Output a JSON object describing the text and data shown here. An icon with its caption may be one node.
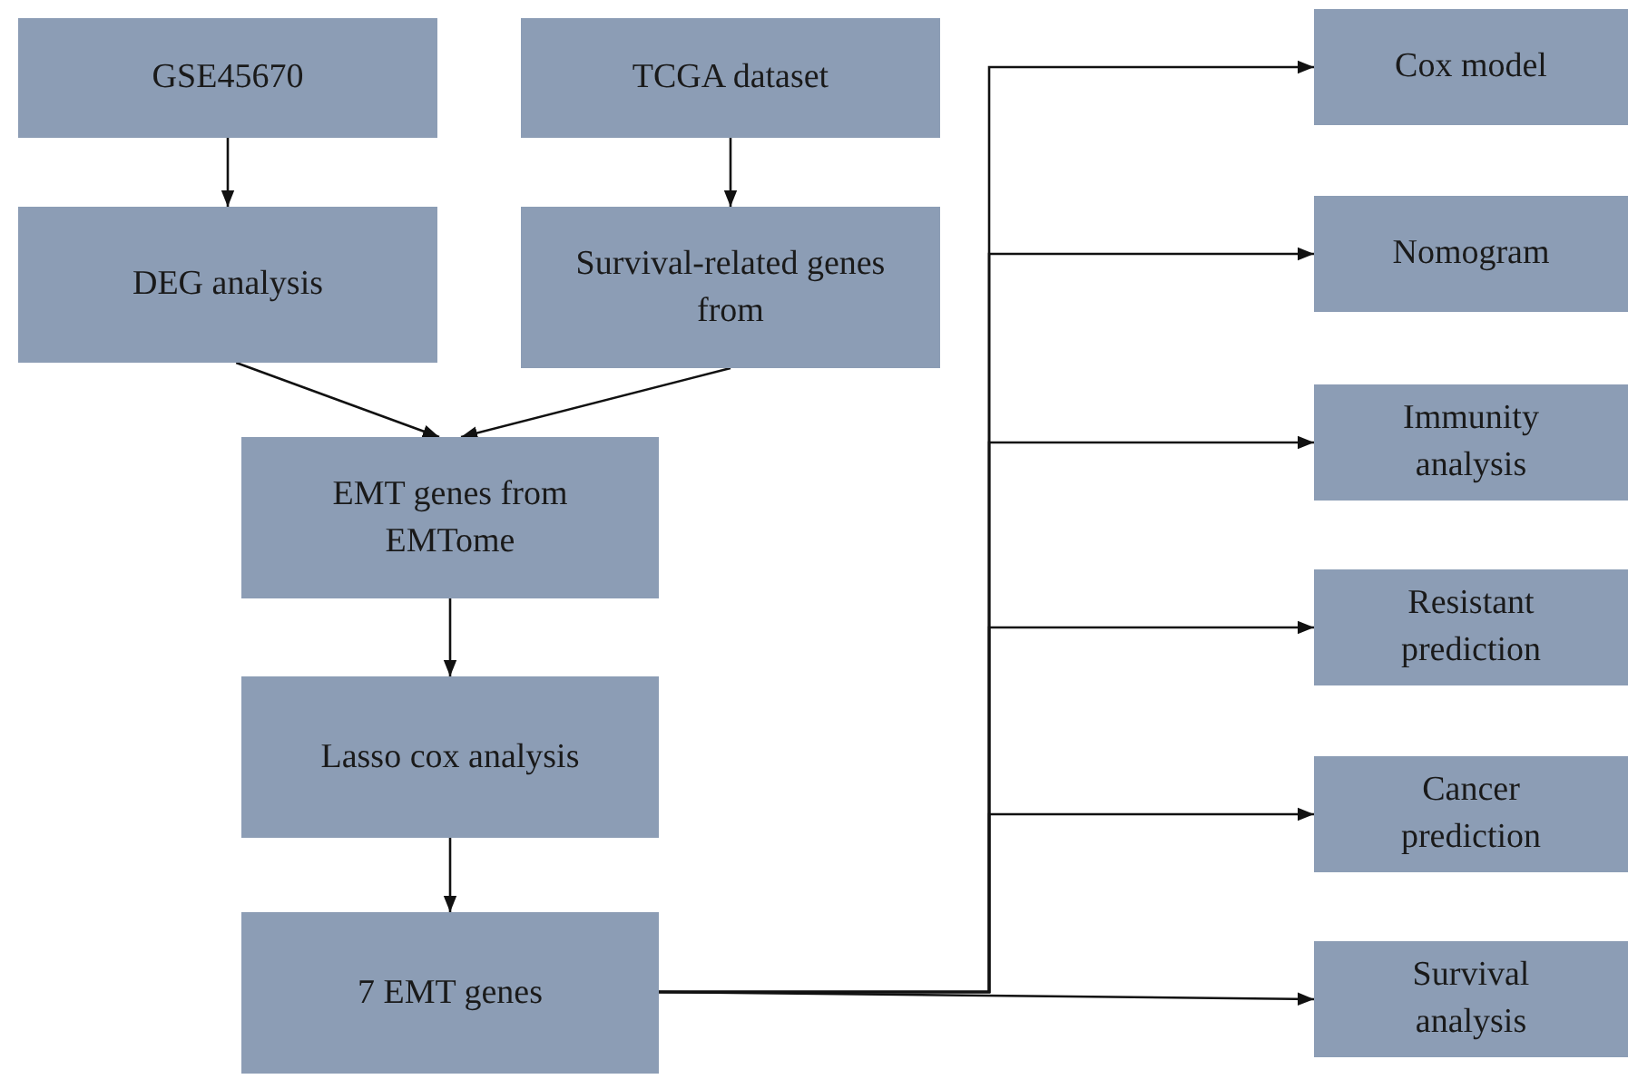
{
  "diagram": {
    "nodes": [
      {
        "text": [
          "GSE45670"
        ]
      },
      {
        "text": [
          "TCGA dataset"
        ]
      },
      {
        "text": [
          "DEG analysis"
        ]
      },
      {
        "text": [
          "Survival-related genes from"
        ]
      },
      {
        "text": [
          "EMT genes from EMTome"
        ]
      },
      {
        "text": [
          "Lasso cox analysis"
        ]
      },
      {
        "text": [
          "7 EMT genes"
        ]
      },
      {
        "text": [
          "Cox model"
        ]
      },
      {
        "text": [
          "Nomogram"
        ]
      },
      {
        "text": [
          "Immunity analysis"
        ]
      },
      {
        "text": [
          "Resistant prediction"
        ]
      },
      {
        "text": [
          "Cancer prediction"
        ]
      },
      {
        "text": [
          "Survival analysis"
        ]
      }
    ],
    "edges": [
      {
        "from": 0,
        "to": 2,
        "arrow": "to"
      },
      {
        "from": 1,
        "to": 3,
        "arrow": "to"
      },
      {
        "from": 2,
        "to": 4,
        "arrow": "to"
      },
      {
        "from": 3,
        "to": 4,
        "arrow": "to"
      },
      {
        "from": 4,
        "to": 5,
        "arrow": "to"
      },
      {
        "from": 5,
        "to": 6,
        "arrow": "to"
      },
      {
        "from": 6,
        "to": 7,
        "arrow": "to"
      },
      {
        "from": 6,
        "to": 8,
        "arrow": "to"
      },
      {
        "from": 6,
        "to": 9,
        "arrow": "to"
      },
      {
        "from": 6,
        "to": 10,
        "arrow": "to"
      },
      {
        "from": 6,
        "to": 11,
        "arrow": "to"
      },
      {
        "from": 6,
        "to": 12,
        "arrow": "to"
      }
    ]
  }
}
